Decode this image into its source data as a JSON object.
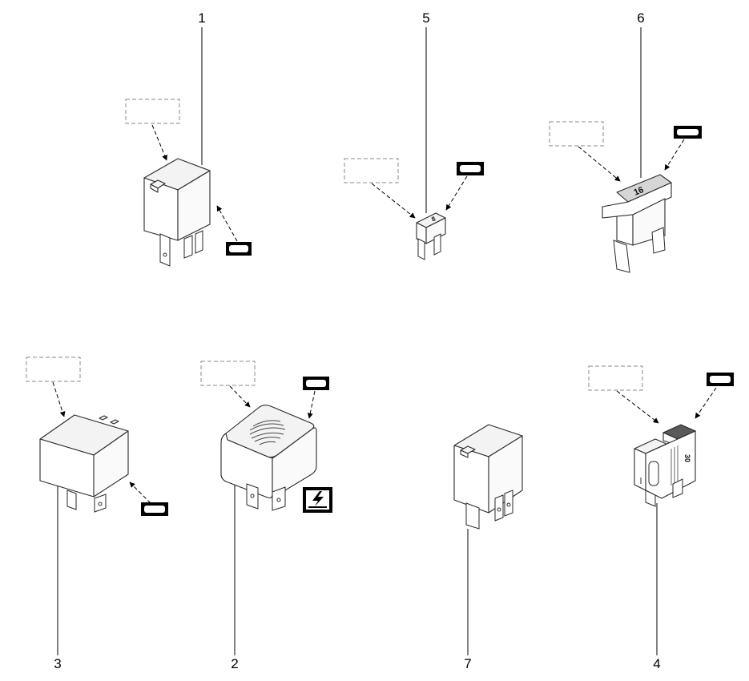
{
  "callouts": {
    "item1": "1",
    "item2": "2",
    "item3": "3",
    "item4": "4",
    "item5": "5",
    "item6": "6",
    "item7": "7"
  },
  "fuse_labels": {
    "item5": "8",
    "item6": "16",
    "item4": "30"
  },
  "icons": {
    "warning_symbol": "lightning-icon",
    "tag": "part-tag-icon"
  },
  "colors": {
    "line": "#000000",
    "outline": "#2a2a2a",
    "placeholder_border": "#888888",
    "fuse_cap": "#5a5a5a"
  }
}
